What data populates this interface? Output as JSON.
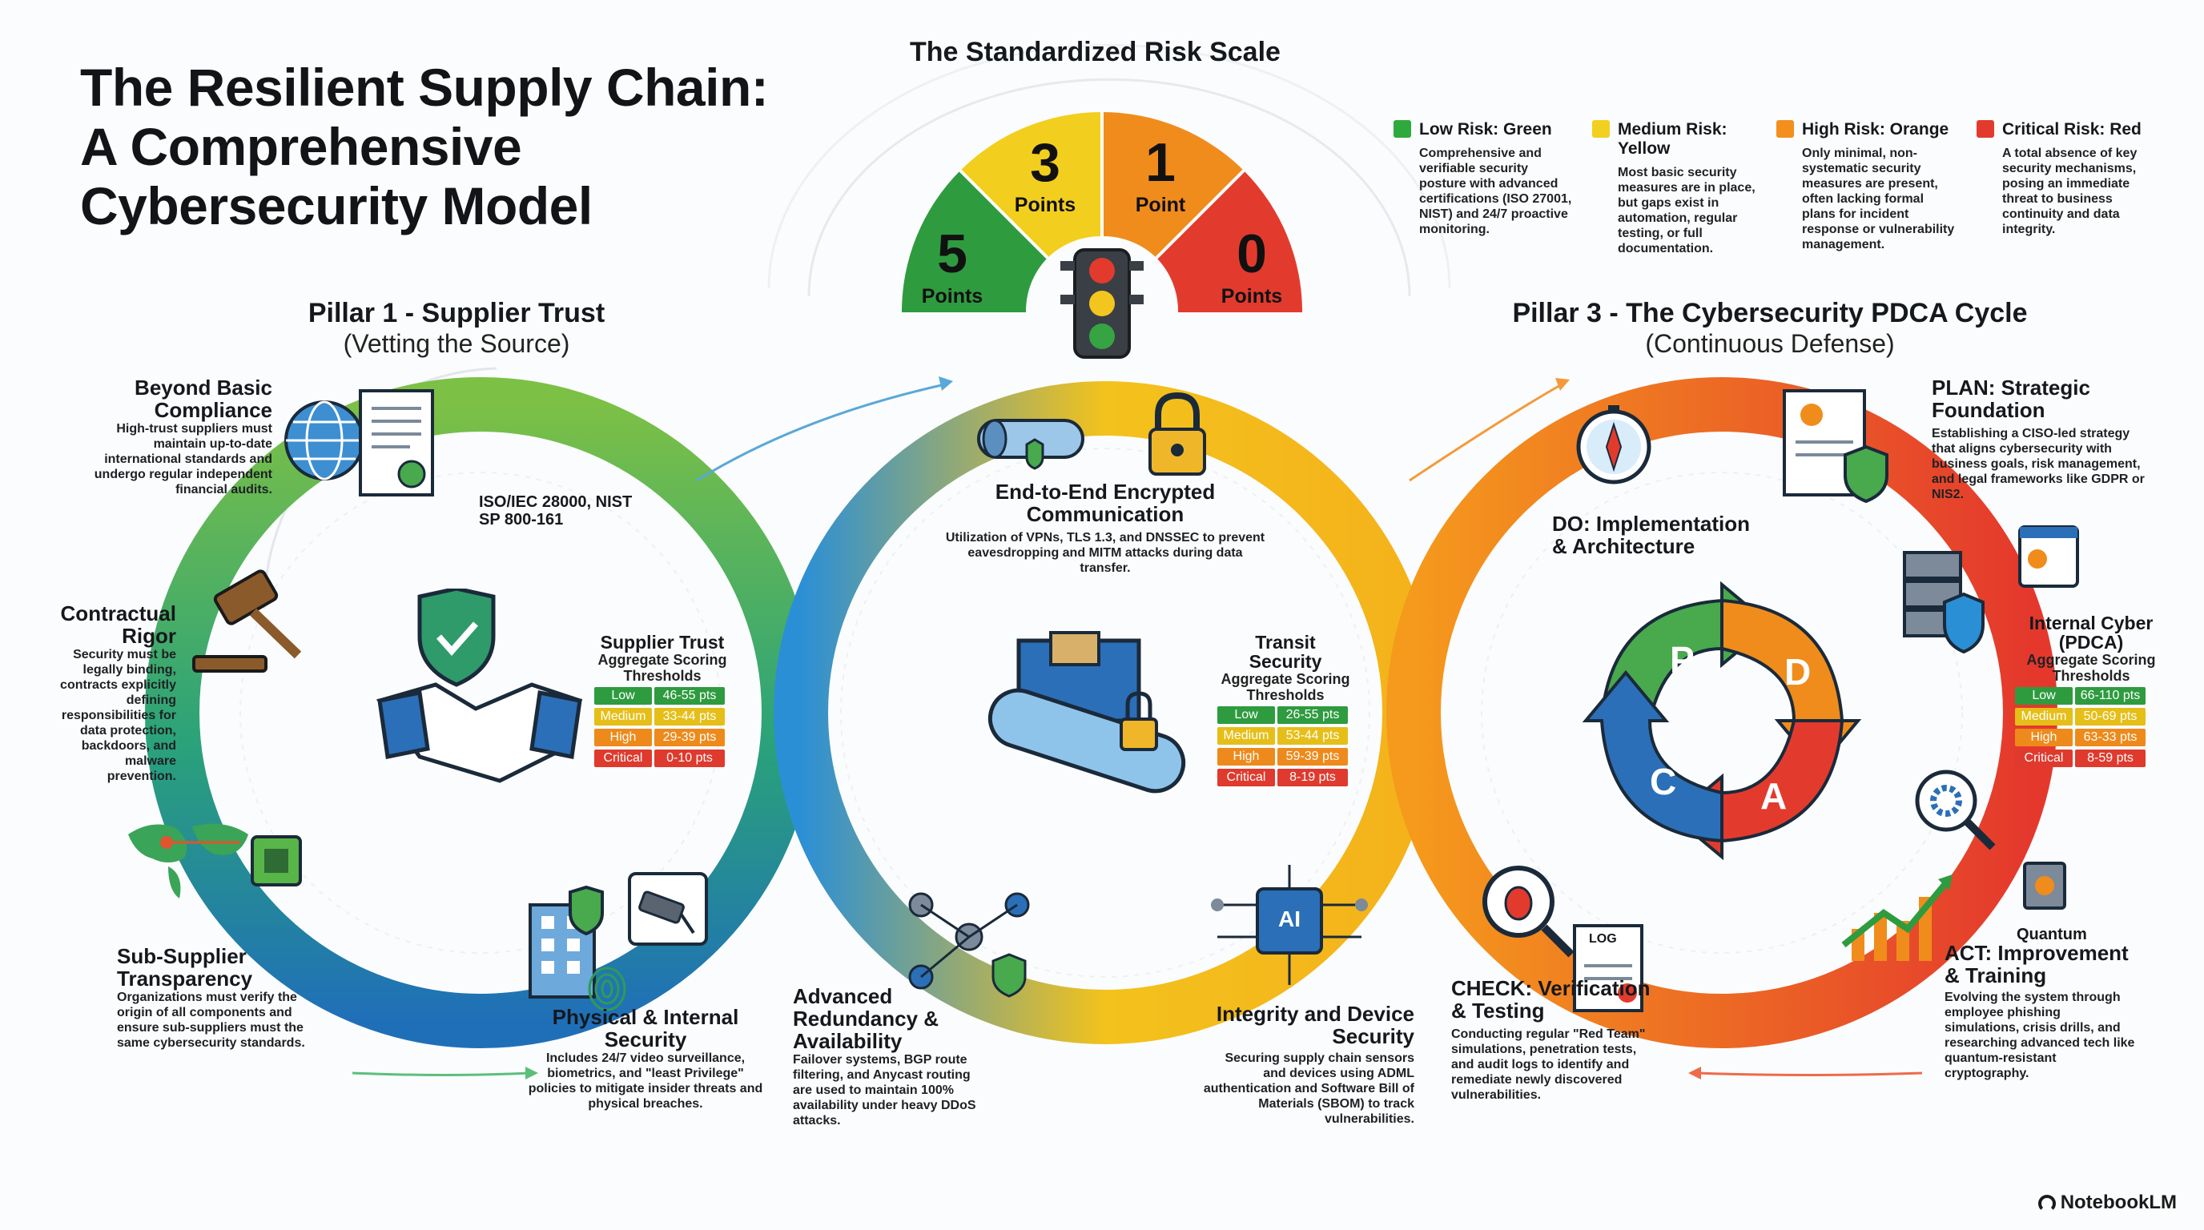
{
  "title": {
    "line1": "The Resilient Supply Chain:",
    "line2": "A Comprehensive",
    "line3": "Cybersecurity Model"
  },
  "scale": {
    "title": "The Standardized Risk Scale",
    "segments": [
      {
        "num": "5",
        "label": "Points",
        "color": "#2e9b3f"
      },
      {
        "num": "3",
        "label": "Points",
        "color": "#f1d21e"
      },
      {
        "num": "1",
        "label": "Point",
        "color": "#f08c1c"
      },
      {
        "num": "0",
        "label": "Points",
        "color": "#e23b2e"
      }
    ]
  },
  "legend": [
    {
      "name": "Low Risk: Green",
      "color": "#2eaa3c",
      "desc": "Comprehensive and verifiable security posture with advanced certifications (ISO 27001, NIST) and 24/7 proactive monitoring."
    },
    {
      "name": "Medium Risk: Yellow",
      "color": "#f2d01f",
      "desc": "Most basic security measures are in place, but gaps exist in automation, regular testing, or full documentation."
    },
    {
      "name": "High Risk: Orange",
      "color": "#f3901d",
      "desc": "Only minimal, non-systematic security measures are present, often lacking formal plans for incident response or vulnerability management."
    },
    {
      "name": "Critical Risk: Red",
      "color": "#e23b2e",
      "desc": "A total absence of key security mechanisms, posing an immediate threat to business continuity and data integrity."
    }
  ],
  "pillar1": {
    "title": "Pillar 1 - Supplier Trust",
    "subtitle": "(Vetting the Source)",
    "beyond": {
      "heading": "Beyond Basic Compliance",
      "body": "High-trust suppliers must maintain up-to-date international standards and undergo regular independent financial audits."
    },
    "standards": "ISO/IEC 28000, NIST SP 800-161",
    "contractual": {
      "heading": "Contractual Rigor",
      "body": "Security must be legally binding, contracts explicitly defining responsibilities for data protection, backdoors, and malware prevention."
    },
    "subsupplier": {
      "heading": "Sub-Supplier Transparency",
      "body": "Organizations must verify the origin of all components and ensure sub-suppliers must the same cybersecurity standards."
    },
    "physical": {
      "heading": "Physical & Internal Security",
      "body": "Includes 24/7 video surveillance, biometrics, and \"least Privilege\" policies to mitigate insider threats and physical breaches."
    },
    "table": {
      "heading": "Supplier Trust",
      "sub": "Aggregate Scoring Thresholds",
      "rows": [
        {
          "k": "Low",
          "v": "46-55 pts",
          "color": "#2e9b3f"
        },
        {
          "k": "Medium",
          "v": "33-44 pts",
          "color": "#e6be18"
        },
        {
          "k": "High",
          "v": "29-39 pts",
          "color": "#ee8a1b"
        },
        {
          "k": "Critical",
          "v": "0-10 pts",
          "color": "#df3a2d"
        }
      ]
    }
  },
  "pillar2": {
    "e2e": {
      "heading": "End-to-End Encrypted Communication",
      "body": "Utilization of VPNs, TLS 1.3, and DNSSEC to prevent eavesdropping and MITM attacks during data transfer."
    },
    "redundancy": {
      "heading": "Advanced Redundancy & Availability",
      "body": "Failover systems, BGP route filtering, and Anycast routing are used to maintain 100% availability under heavy DDoS attacks."
    },
    "integrity": {
      "heading": "Integrity and Device Security",
      "body": "Securing supply chain sensors and devices using ADML authentication and Software Bill of Materials (SBOM) to track vulnerabilities."
    },
    "table": {
      "heading": "Transit Security",
      "sub": "Aggregate Scoring Thresholds",
      "rows": [
        {
          "k": "Low",
          "v": "26-55 pts",
          "color": "#2e9b3f"
        },
        {
          "k": "Medium",
          "v": "53-44 pts",
          "color": "#e6be18"
        },
        {
          "k": "High",
          "v": "59-39 pts",
          "color": "#ee8a1b"
        },
        {
          "k": "Critical",
          "v": "8-19 pts",
          "color": "#df3a2d"
        }
      ]
    },
    "ai_label": "AI"
  },
  "pillar3": {
    "title": "Pillar 3 - The Cybersecurity PDCA Cycle",
    "subtitle": "(Continuous Defense)",
    "plan": {
      "heading": "PLAN: Strategic Foundation",
      "body": "Establishing a CISO-led strategy that aligns cybersecurity with business goals, risk management, and legal frameworks like GDPR or NIS2."
    },
    "do": {
      "heading": "DO: Implementation & Architecture"
    },
    "check": {
      "heading": "CHECK: Verification & Testing",
      "body": "Conducting regular \"Red Team\" simulations, penetration tests, and audit logs to identify and remediate newly discovered vulnerabilities."
    },
    "act": {
      "heading": "ACT: Improvement & Training",
      "body": "Evolving the system through employee phishing simulations, crisis drills, and researching advanced tech like quantum-resistant cryptography."
    },
    "quantum": "Quantum",
    "log_label": "LOG",
    "cycle_letters": [
      "P",
      "D",
      "C",
      "A"
    ],
    "table": {
      "heading": "Internal Cyber (PDCA)",
      "sub": "Aggregate Scoring Thresholds",
      "rows": [
        {
          "k": "Low",
          "v": "66-110 pts",
          "color": "#2e9b3f"
        },
        {
          "k": "Medium",
          "v": "50-69 pts",
          "color": "#e6be18"
        },
        {
          "k": "High",
          "v": "63-33 pts",
          "color": "#ee8a1b"
        },
        {
          "k": "Critical",
          "v": "8-59 pts",
          "color": "#df3a2d"
        }
      ]
    }
  },
  "brand": "NotebookLM",
  "icons": [
    "globe-icon",
    "certificate-icon",
    "gavel-icon",
    "world-map-icon",
    "chip-icon",
    "shield-check-icon",
    "handshake-icon",
    "building-icon",
    "cctv-icon",
    "fingerprint-icon",
    "pipe-icon",
    "lock-icon",
    "shipping-container-icon",
    "network-icon",
    "ai-chip-icon",
    "traffic-light-icon",
    "compass-icon",
    "document-shield-icon",
    "server-shield-icon",
    "dashboard-icon",
    "bug-magnifier-icon",
    "log-file-icon",
    "gear-magnifier-icon",
    "growth-chart-icon",
    "quantum-chip-icon",
    "pdca-cycle-icon"
  ]
}
